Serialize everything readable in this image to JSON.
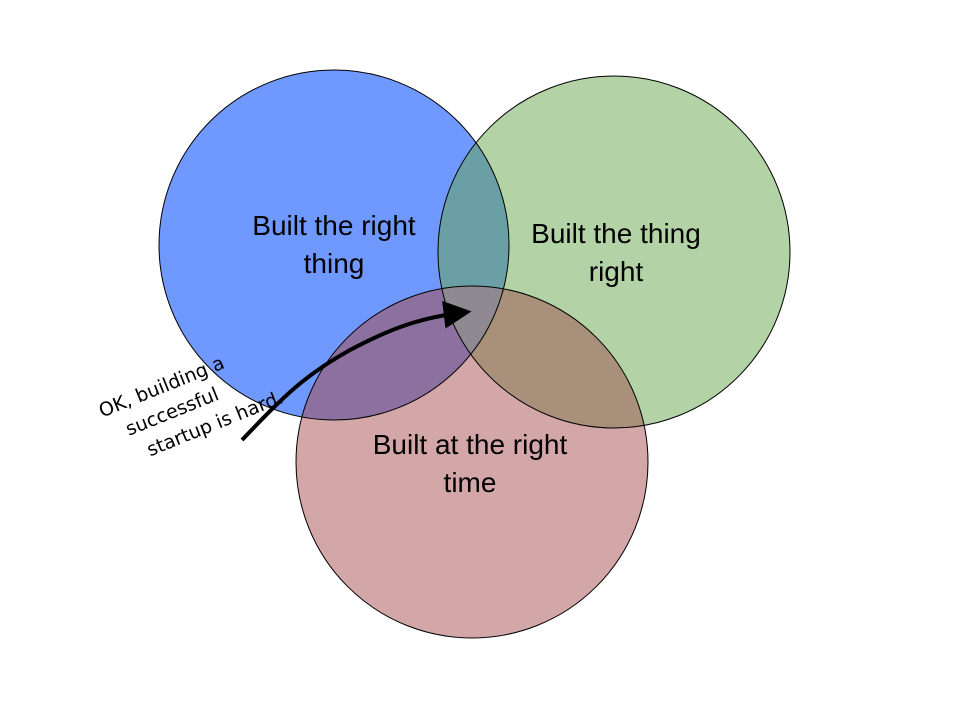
{
  "diagram": {
    "circles": [
      {
        "id": "right-thing",
        "lines": [
          "Built the right",
          "thing"
        ],
        "fill": "#7099ff"
      },
      {
        "id": "thing-right",
        "lines": [
          "Built the thing",
          "right"
        ],
        "fill": "#b3d3a6"
      },
      {
        "id": "right-time",
        "lines": [
          "Built at the right",
          "time"
        ],
        "fill": "#c88a8e"
      }
    ],
    "annotation": {
      "lines": [
        "OK, building a",
        "successful",
        "startup is hard."
      ]
    },
    "colors": {
      "overlap_ab": "#6aa0a5",
      "overlap_ac": "#8c70a0",
      "overlap_bc": "#a8907a",
      "overlap_abc": "#8f8a91",
      "stroke": "#000000"
    }
  }
}
